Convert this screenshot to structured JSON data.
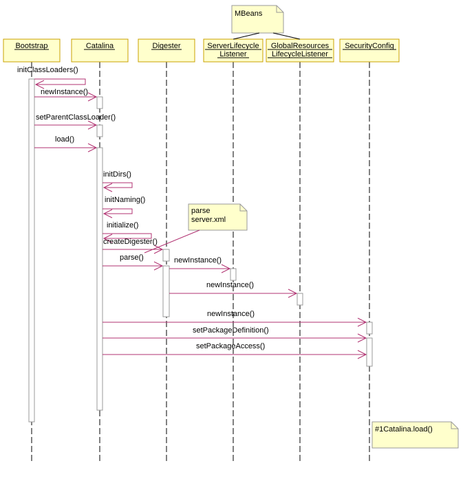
{
  "lifelines": [
    {
      "id": "bootstrap",
      "label": "Bootstrap"
    },
    {
      "id": "catalina",
      "label": "Catalina"
    },
    {
      "id": "digester",
      "label": "Digester"
    },
    {
      "id": "server_lifecycle_listener",
      "label_line1": "ServerLifecycle",
      "label_line2": "Listener"
    },
    {
      "id": "global_resources_lifecycle_listener",
      "label_line1": "GlobalResources",
      "label_line2": "LifecycleListener"
    },
    {
      "id": "security_config",
      "label": "SecurityConfig"
    }
  ],
  "messages": [
    {
      "id": "init_class_loaders",
      "label": "initClassLoaders()"
    },
    {
      "id": "new_instance_catalina",
      "label": "newInstance()"
    },
    {
      "id": "set_parent_class_loader",
      "label": "setParentClassLoader()"
    },
    {
      "id": "load",
      "label": "load()"
    },
    {
      "id": "init_dirs",
      "label": "initDirs()"
    },
    {
      "id": "init_naming",
      "label": "initNaming()"
    },
    {
      "id": "initialize",
      "label": "initialize()"
    },
    {
      "id": "create_digester",
      "label": "createDigester()"
    },
    {
      "id": "parse",
      "label": "parse()"
    },
    {
      "id": "new_instance_server_listener",
      "label": "newInstance()"
    },
    {
      "id": "new_instance_global_listener",
      "label": "newInstance()"
    },
    {
      "id": "new_instance_security_config",
      "label": "newInstance()"
    },
    {
      "id": "set_package_definition",
      "label": "setPackageDefinition()"
    },
    {
      "id": "set_package_access",
      "label": "setPackageAccess()"
    }
  ],
  "notes": [
    {
      "id": "mbeans",
      "text": "MBeans"
    },
    {
      "id": "parse_server_xml",
      "line1": "parse",
      "line2": "server.xml"
    },
    {
      "id": "catalina_load",
      "text": "#1Catalina.load()"
    }
  ],
  "colors": {
    "message_line": "#b03070",
    "box_fill": "#ffffcc",
    "box_border": "#c8a000",
    "note_border": "#999999",
    "activation_border": "#999999"
  }
}
